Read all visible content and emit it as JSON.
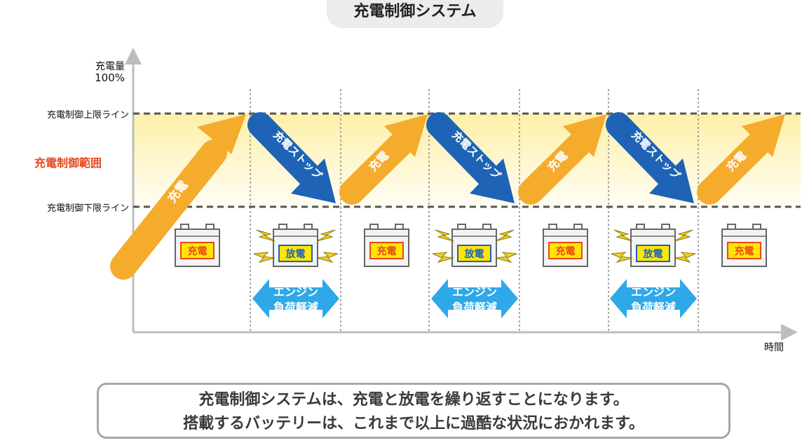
{
  "title": "充電制御システム",
  "axes": {
    "y_label_line1": "充電量",
    "y_label_line2": "100%",
    "x_label": "時間"
  },
  "lines": {
    "upper": "充電制御上限ライン",
    "lower": "充電制御下限ライン",
    "range": "充電制御範囲"
  },
  "arrows": {
    "charge": "充電",
    "stop": "充電ストップ"
  },
  "batteries": {
    "charge": "充電",
    "discharge": "放電"
  },
  "engine": {
    "line1": "エンジン",
    "line2": "負荷軽減"
  },
  "caption": {
    "line1": "充電制御システムは、充電と放電を繰り返すことになります。",
    "line2": "搭載するバッテリーは、これまで以上に過酷な状況におかれます。"
  },
  "colors": {
    "charge_arrow": "#f5ab2c",
    "stop_arrow": "#1e63b6",
    "engine_arrow": "#2ea8e8",
    "range_label": "#e8481c",
    "battery_label_bg": "#ffe600",
    "lightning": "#f2d11a"
  }
}
